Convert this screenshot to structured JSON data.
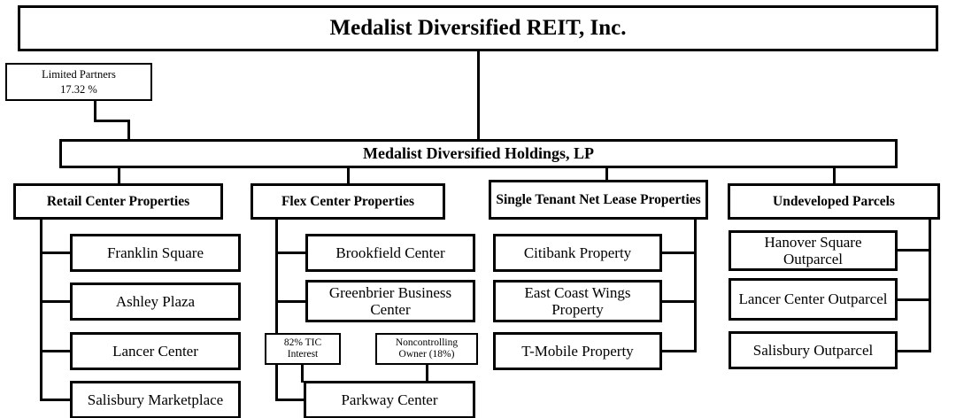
{
  "chart_data": {
    "type": "diagram",
    "title": "Medalist Diversified REIT, Inc. organizational structure",
    "root": "Medalist Diversified REIT, Inc.",
    "nodes": [
      {
        "id": "reit",
        "label": "Medalist Diversified REIT, Inc.",
        "level": 0
      },
      {
        "id": "limited_partners",
        "label": "Limited Partners",
        "value": "17.32 %",
        "level": 1
      },
      {
        "id": "holdings",
        "label": "Medalist Diversified Holdings, LP",
        "level": 1
      },
      {
        "id": "retail",
        "label": "Retail Center Properties",
        "level": 2
      },
      {
        "id": "flex",
        "label": "Flex Center Properties",
        "level": 2
      },
      {
        "id": "single_tenant",
        "label": "Single Tenant Net Lease Properties",
        "level": 2
      },
      {
        "id": "undeveloped",
        "label": "Undeveloped Parcels",
        "level": 2
      }
    ],
    "edges": [
      {
        "from": "reit",
        "to": "holdings"
      },
      {
        "from": "limited_partners",
        "to": "holdings"
      },
      {
        "from": "holdings",
        "to": "retail"
      },
      {
        "from": "holdings",
        "to": "flex"
      },
      {
        "from": "holdings",
        "to": "single_tenant"
      },
      {
        "from": "holdings",
        "to": "undeveloped"
      },
      {
        "from": "retail",
        "to": "Franklin Square"
      },
      {
        "from": "retail",
        "to": "Ashley Plaza"
      },
      {
        "from": "retail",
        "to": "Lancer Center"
      },
      {
        "from": "retail",
        "to": "Salisbury Marketplace"
      },
      {
        "from": "flex",
        "to": "Brookfield Center"
      },
      {
        "from": "flex",
        "to": "Greenbrier Business Center"
      },
      {
        "from": "flex",
        "to": "82% TIC Interest"
      },
      {
        "from": "82% TIC Interest",
        "to": "Parkway Center"
      },
      {
        "from": "Noncontrolling Owner (18%)",
        "to": "Parkway Center"
      },
      {
        "from": "single_tenant",
        "to": "Citibank Property"
      },
      {
        "from": "single_tenant",
        "to": "East Coast Wings Property"
      },
      {
        "from": "single_tenant",
        "to": "T-Mobile Property"
      },
      {
        "from": "undeveloped",
        "to": "Hanover Square Outparcel"
      },
      {
        "from": "undeveloped",
        "to": "Lancer Center Outparcel"
      },
      {
        "from": "undeveloped",
        "to": "Salisbury Outparcel"
      }
    ]
  },
  "colors": {
    "background": "#ffffff",
    "border": "#000000",
    "text": "#000000"
  },
  "title_box": {
    "label": "Medalist Diversified REIT, Inc."
  },
  "limited_partners": {
    "label": "Limited Partners",
    "percent": "17.32 %"
  },
  "holdings": {
    "label": "Medalist Diversified Holdings, LP"
  },
  "categories": [
    {
      "id": "retail",
      "label": "Retail Center Properties"
    },
    {
      "id": "flex",
      "label": "Flex Center Properties"
    },
    {
      "id": "single_tenant",
      "label": "Single Tenant Net Lease Properties"
    },
    {
      "id": "undeveloped",
      "label": "Undeveloped Parcels"
    }
  ],
  "retail_children": [
    {
      "label": "Franklin Square"
    },
    {
      "label": "Ashley Plaza"
    },
    {
      "label": "Lancer Center"
    },
    {
      "label": "Salisbury Marketplace"
    }
  ],
  "flex_children": [
    {
      "label": "Brookfield Center"
    },
    {
      "label": "Greenbrier Business Center"
    },
    {
      "label": "Parkway Center"
    }
  ],
  "flex_ownership": {
    "tic_label": "82% TIC Interest",
    "noncontrolling_label": "Noncontrolling Owner (18%)"
  },
  "single_tenant_children": [
    {
      "label": "Citibank Property"
    },
    {
      "label": "East Coast Wings Property"
    },
    {
      "label": "T-Mobile Property"
    }
  ],
  "undeveloped_children": [
    {
      "label": "Hanover Square Outparcel"
    },
    {
      "label": "Lancer Center Outparcel"
    },
    {
      "label": "Salisbury Outparcel"
    }
  ]
}
